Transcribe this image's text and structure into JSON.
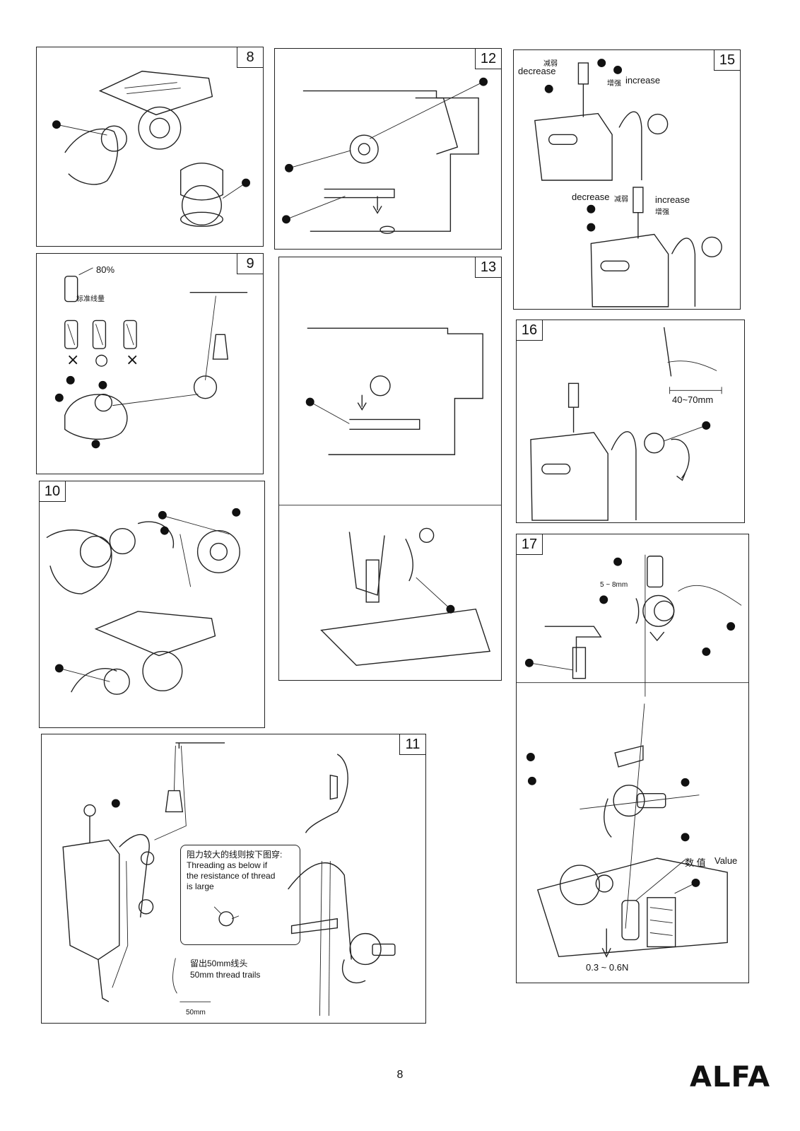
{
  "panels": {
    "p8": {
      "number": "8"
    },
    "p9": {
      "number": "9",
      "fill_percent": "80%",
      "standard_amount": "标准线量",
      "marks": [
        "×",
        "○",
        "×"
      ]
    },
    "p10": {
      "number": "10"
    },
    "p11": {
      "number": "11",
      "callout_cn": "阻力较大的线则按下图穿:",
      "callout_en": "Threading as below if the resistance of thread is large",
      "trail_cn": "留出50mm线头",
      "trail_en": "50mm thread trails",
      "trail_dim": "50mm"
    },
    "p12": {
      "number": "12"
    },
    "p13": {
      "number": "13"
    },
    "p15": {
      "number": "15",
      "decrease": "decrease",
      "decrease_cn": "减弱",
      "increase": "increase",
      "increase_cn": "增强"
    },
    "p16": {
      "number": "16",
      "dimension": "40~70mm"
    },
    "p17": {
      "number": "17",
      "gap": "5 ~ 8mm",
      "value_cn": "数 值",
      "value_en": "Value",
      "force": "0.3 ~ 0.6N"
    }
  },
  "page_number": "8",
  "logo_text": "ALFA"
}
